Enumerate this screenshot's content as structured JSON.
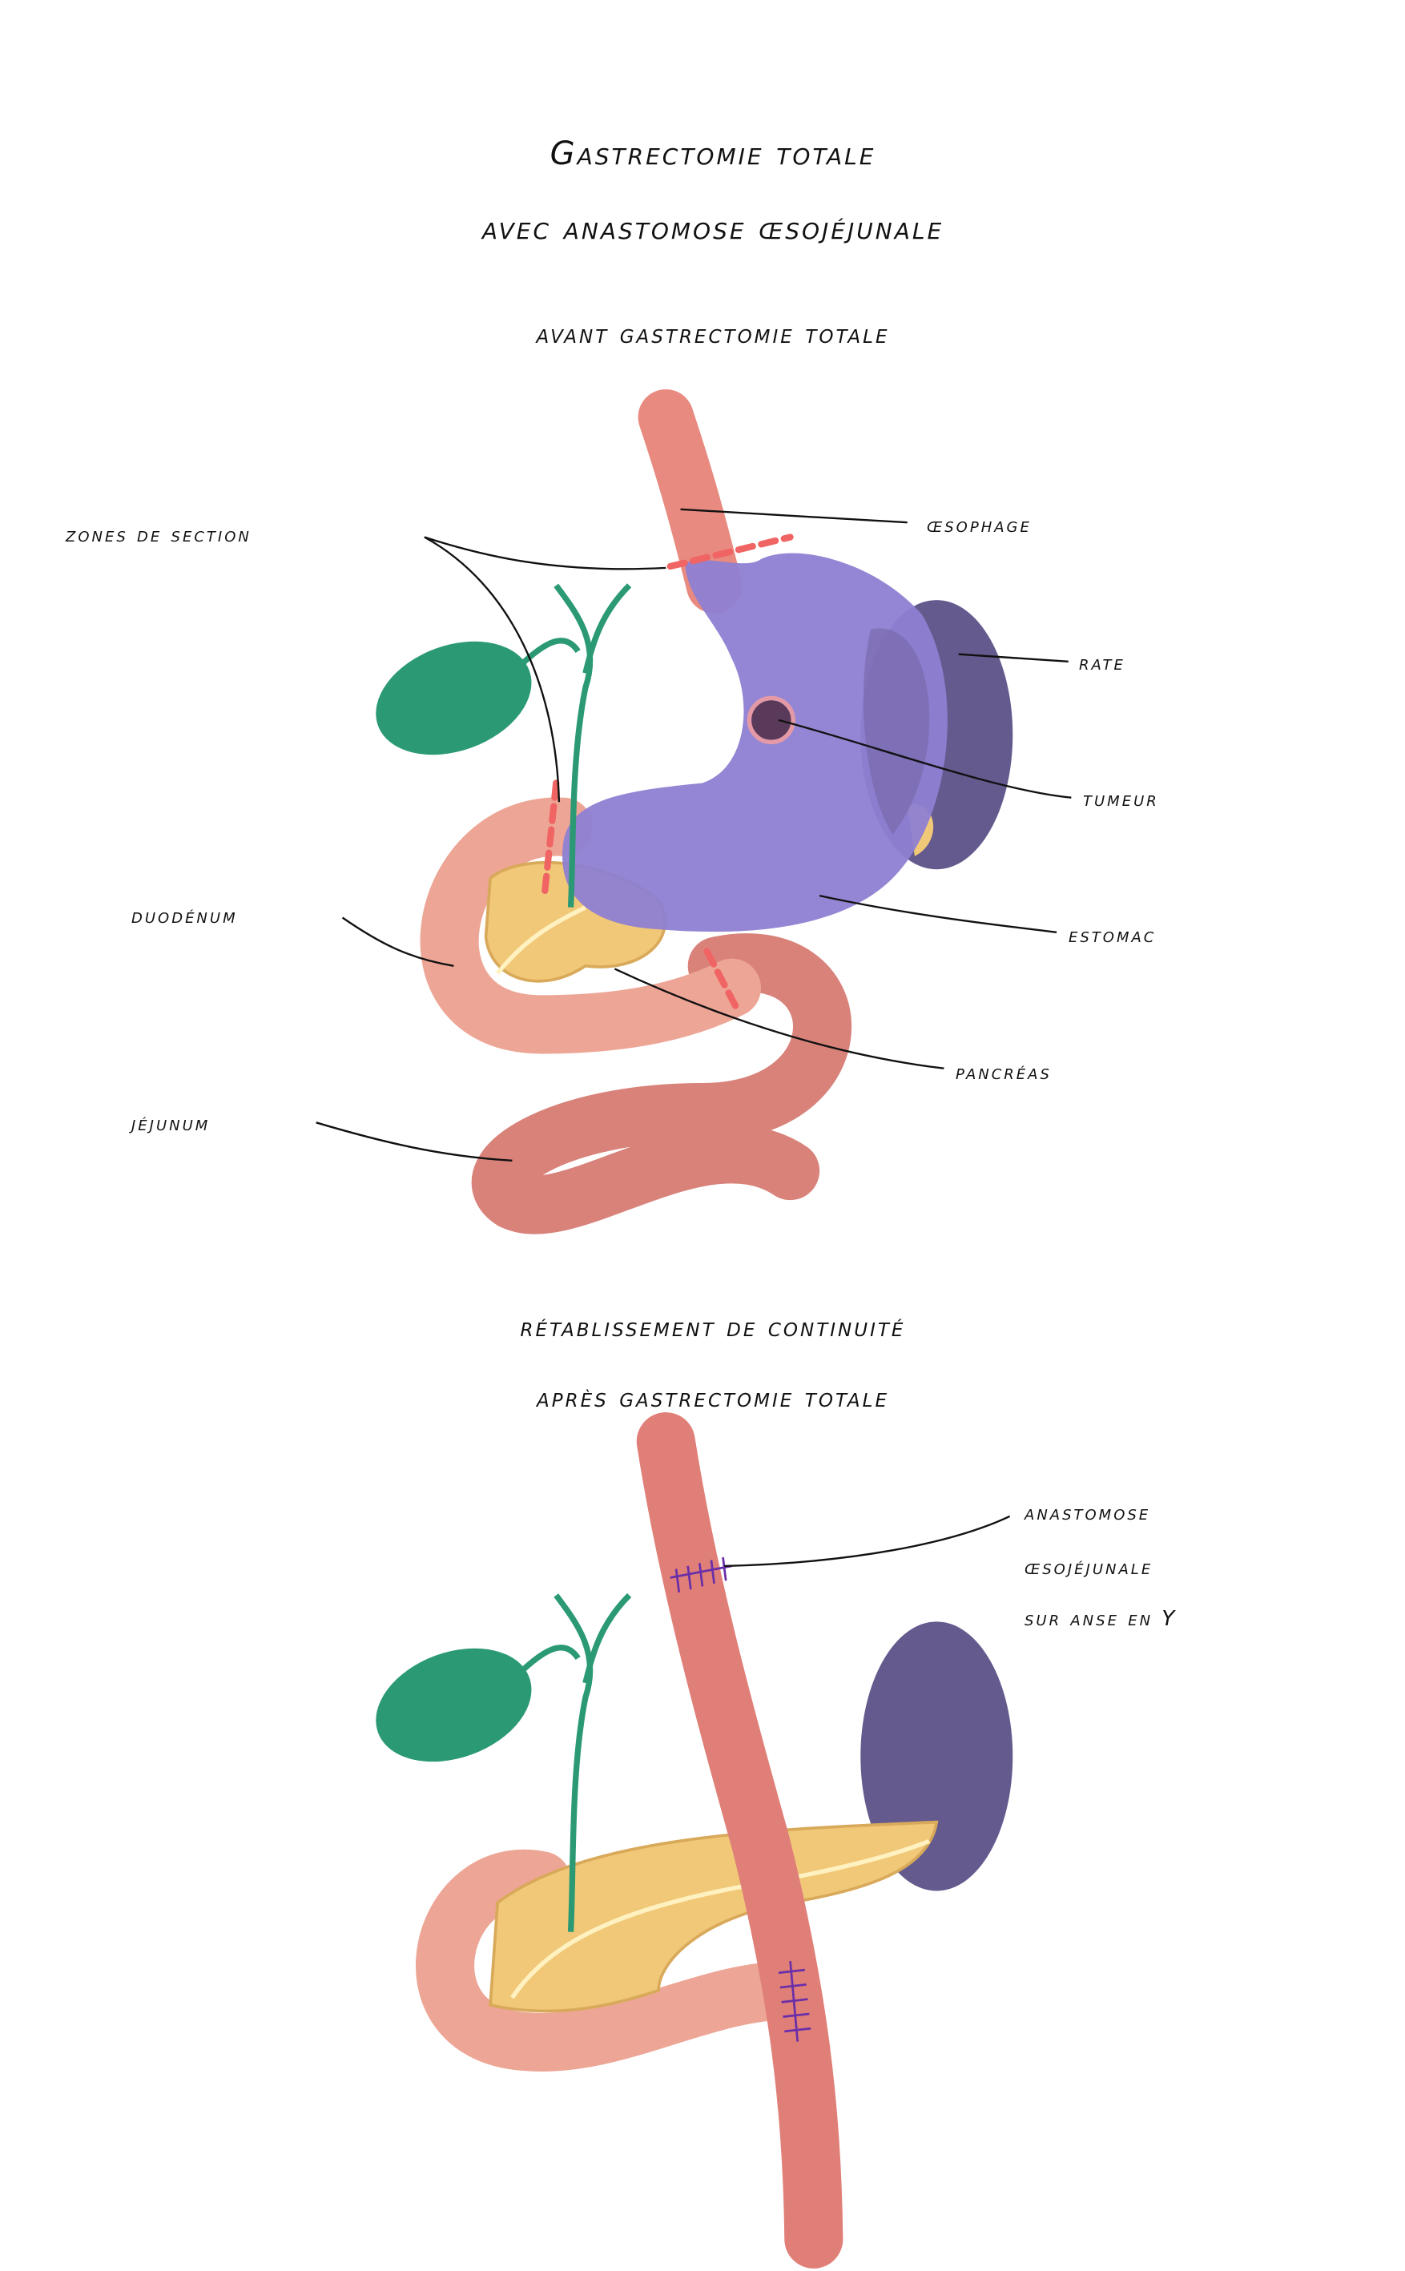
{
  "title": {
    "line1": "Gastrectomie totale",
    "line2": "avec anastomose œsojéjunale"
  },
  "before": {
    "heading": "avant gastrectomie totale",
    "labels": {
      "zones_section": "zones de section",
      "oesophage": "œsophage",
      "rate": "rate",
      "tumeur": "tumeur",
      "estomac": "estomac",
      "pancreas": "pancréas",
      "duodenum": "duodénum",
      "jejunum": "jéjunum"
    }
  },
  "after": {
    "heading_line1": "rétablissement de continuité",
    "heading_line2": "après gastrectomie totale",
    "anastomose_label": [
      "anastomose",
      "œsojéjunale",
      "sur anse en Y"
    ]
  },
  "colors": {
    "stomach": "#8e7fd2",
    "spleen": "#645a8e",
    "gallbladder": "#2b9a74",
    "intestine": "#e6928a",
    "pancreas": "#f0c878",
    "cut_line": "#f06464"
  }
}
